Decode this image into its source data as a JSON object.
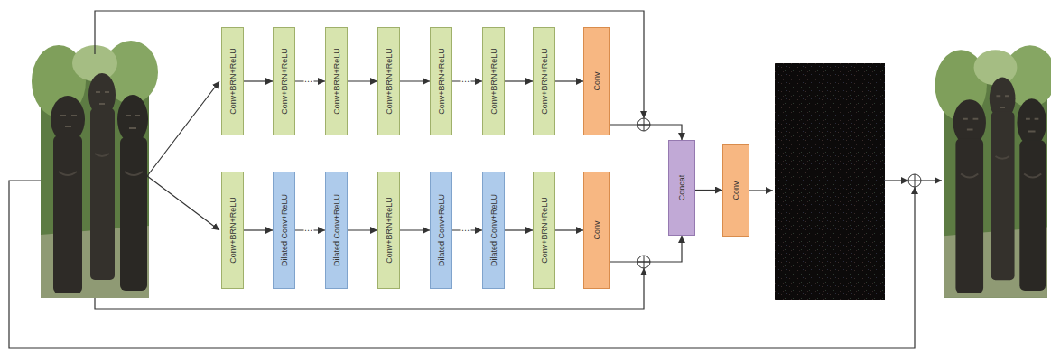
{
  "diagram": {
    "nodes": [
      {
        "text": [
          "Conv+BRN+ReLU"
        ]
      },
      {
        "text": [
          "Conv+BRN+ReLU"
        ]
      },
      {
        "text": [
          "Conv+BRN+ReLU"
        ]
      },
      {
        "text": [
          "Conv+BRN+ReLU"
        ]
      },
      {
        "text": [
          "Conv+BRN+ReLU"
        ]
      },
      {
        "text": [
          "Conv+BRN+ReLU"
        ]
      },
      {
        "text": [
          "Conv+BRN+ReLU"
        ]
      },
      {
        "text": [
          "Conv"
        ]
      },
      {
        "text": [
          "Conv+BRN+ReLU"
        ]
      },
      {
        "text": [
          "Dilated Conv+ReLU"
        ]
      },
      {
        "text": [
          "Dilated Conv+ReLU"
        ]
      },
      {
        "text": [
          "Conv+BRN+ReLU"
        ]
      },
      {
        "text": [
          "Dilated Conv+ReLU"
        ]
      },
      {
        "text": [
          "Dilated Conv+ReLU"
        ]
      },
      {
        "text": [
          "Conv+BRN+ReLU"
        ]
      },
      {
        "text": [
          "Conv"
        ]
      },
      {
        "text": [
          "Concat"
        ]
      },
      {
        "text": [
          "Conv"
        ]
      }
    ],
    "edges": [
      {
        "from": 0,
        "to": 1,
        "arrow": "to"
      },
      {
        "from": 1,
        "to": 2,
        "arrow": "to",
        "label": "⋯"
      },
      {
        "from": 2,
        "to": 3,
        "arrow": "to"
      },
      {
        "from": 3,
        "to": 4,
        "arrow": "to"
      },
      {
        "from": 4,
        "to": 5,
        "arrow": "to",
        "label": "⋯"
      },
      {
        "from": 5,
        "to": 6,
        "arrow": "to"
      },
      {
        "from": 6,
        "to": 7,
        "arrow": "to"
      },
      {
        "from": 7,
        "to": 16,
        "arrow": "to"
      },
      {
        "from": 8,
        "to": 9,
        "arrow": "to"
      },
      {
        "from": 9,
        "to": 10,
        "arrow": "to",
        "label": "⋯"
      },
      {
        "from": 10,
        "to": 11,
        "arrow": "to"
      },
      {
        "from": 11,
        "to": 12,
        "arrow": "to"
      },
      {
        "from": 12,
        "to": 13,
        "arrow": "to",
        "label": "⋯"
      },
      {
        "from": 13,
        "to": 14,
        "arrow": "to"
      },
      {
        "from": 14,
        "to": 15,
        "arrow": "to"
      },
      {
        "from": 15,
        "to": 16,
        "arrow": "to"
      },
      {
        "from": 16,
        "to": 17,
        "arrow": "to"
      }
    ]
  }
}
